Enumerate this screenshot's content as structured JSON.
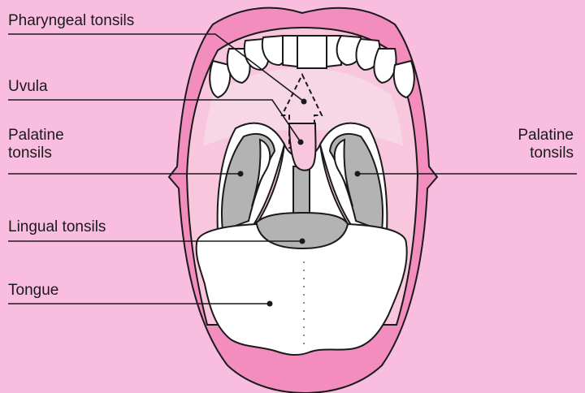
{
  "labels": {
    "pharyngeal": "Pharyngeal tonsils",
    "uvula": "Uvula",
    "palatine_left": {
      "line1": "Palatine",
      "line2": "tonsils"
    },
    "palatine_right": {
      "line1": "Palatine",
      "line2": "tonsils"
    },
    "lingual": "Lingual tonsils",
    "tongue": "Tongue"
  },
  "colors": {
    "background": "#F9BDDF",
    "lips": "#F28DBE",
    "mouth_interior": "#F9C7DD",
    "tonsil": "#B3B3B3",
    "teeth": "#FFFFFF",
    "tongue": "#FFFFFF",
    "outline": "#1A1A1A"
  }
}
